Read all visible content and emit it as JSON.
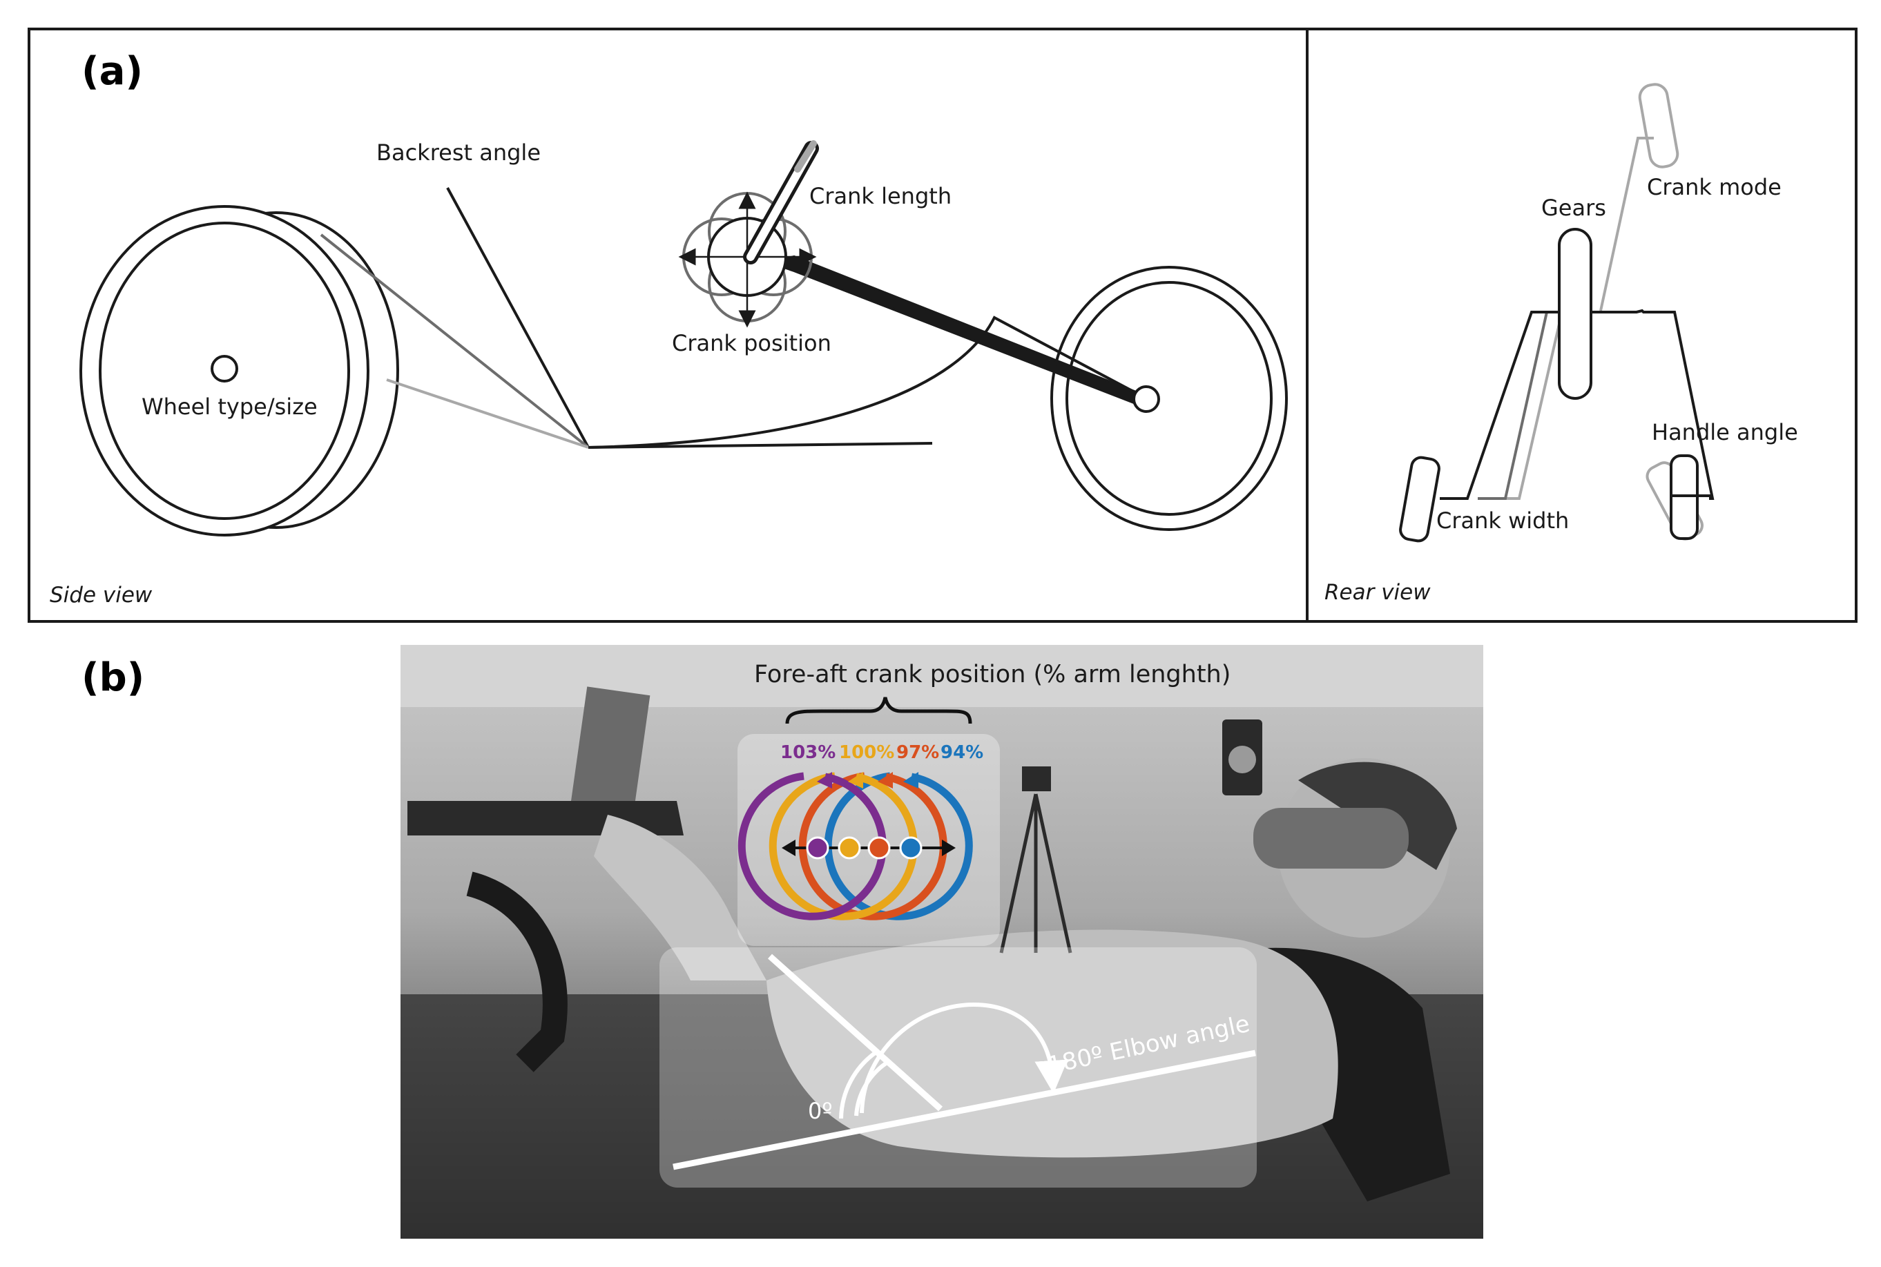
{
  "panel_a": {
    "tag": "(a)",
    "side_view": {
      "caption": "Side view",
      "labels": {
        "backrest_angle": "Backrest angle",
        "crank_length": "Crank length",
        "crank_position": "Crank position",
        "wheel_type_size": "Wheel type/size"
      }
    },
    "rear_view": {
      "caption": "Rear view",
      "labels": {
        "gears": "Gears",
        "crank_mode": "Crank mode",
        "handle_angle": "Handle angle",
        "crank_width": "Crank width"
      }
    }
  },
  "panel_b": {
    "tag": "(b)",
    "title": "Fore-aft crank position (% arm lenghth)",
    "positions": [
      {
        "label": "103%",
        "color": "#7b2d8e"
      },
      {
        "label": "100%",
        "color": "#e8a61a"
      },
      {
        "label": "97%",
        "color": "#d9501e"
      },
      {
        "label": "94%",
        "color": "#1b75bc"
      }
    ],
    "elbow_label": "180º Elbow angle",
    "zero_label": "0º"
  },
  "colors": {
    "line": "#1a1a1a",
    "mid_gray": "#6d6d6d",
    "light_gray": "#a8a8a8",
    "photo_bg": "#8c8c8c"
  }
}
